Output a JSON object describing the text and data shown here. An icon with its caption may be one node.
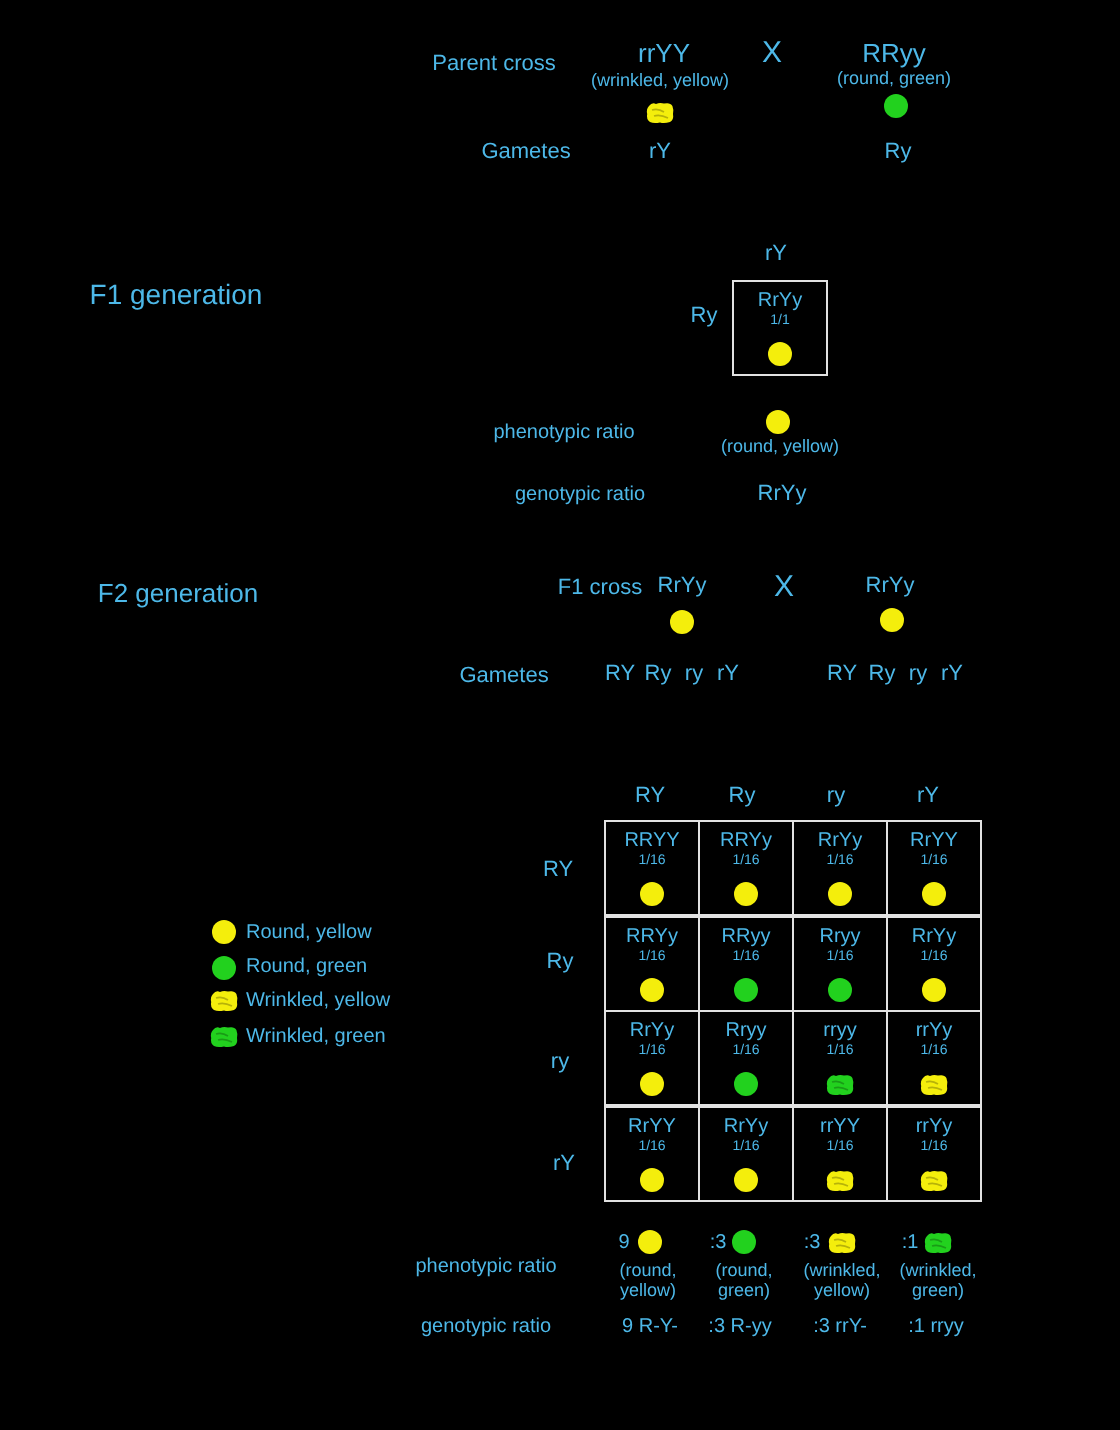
{
  "diagram": {
    "nodes": [
      {
        "text": [
          "RrYy",
          "1/1"
        ]
      },
      {
        "text": [
          "RRYY",
          "1/16"
        ]
      },
      {
        "text": [
          "RRYy",
          "1/16"
        ]
      },
      {
        "text": [
          "RrYy",
          "1/16"
        ]
      },
      {
        "text": [
          "RrYY",
          "1/16"
        ]
      },
      {
        "text": [
          "RRYy",
          "1/16"
        ]
      },
      {
        "text": [
          "RRyy",
          "1/16"
        ]
      },
      {
        "text": [
          "Rryy",
          "1/16"
        ]
      },
      {
        "text": [
          "RrYy",
          "1/16"
        ]
      },
      {
        "text": [
          "RrYy",
          "1/16"
        ]
      },
      {
        "text": [
          "Rryy",
          "1/16"
        ]
      },
      {
        "text": [
          "rryy",
          "1/16"
        ]
      },
      {
        "text": [
          "rrYy",
          "1/16"
        ]
      },
      {
        "text": [
          "RrYY",
          "1/16"
        ]
      },
      {
        "text": [
          "RrYy",
          "1/16"
        ]
      },
      {
        "text": [
          "rrYY",
          "1/16"
        ]
      },
      {
        "text": [
          "rrYy",
          "1/16"
        ]
      }
    ],
    "edges": [],
    "labels": [
      "Parent cross",
      "rrYY",
      "X",
      "RRyy",
      "(wrinkled, yellow)",
      "(round, green)",
      "Gametes",
      "rY",
      "Ry",
      "F1 generation",
      "rY",
      "Ry",
      "phenotypic ratio",
      "(round, yellow)",
      "genotypic ratio",
      "RrYy",
      "F2 generation",
      "F1 cross",
      "RrYy",
      "X",
      "RrYy",
      "Gametes",
      "RY",
      "Ry",
      "ry",
      "rY",
      "RY",
      "Ry",
      "ry",
      "rY",
      "RY",
      "Ry",
      "ry",
      "rY",
      "RY",
      "Ry",
      "ry",
      "rY",
      "9",
      ":3",
      ":3",
      ":1",
      "phenotypic ratio",
      "(round, yellow)",
      "(round, green)",
      "(wrinkled, yellow)",
      "(wrinkled, green)",
      "genotypic ratio",
      "9 R-Y-",
      ":3 R-yy",
      ":3 rrY-",
      ":1 rryy"
    ],
    "legend": [
      {
        "text": "Round, yellow",
        "color": "#f4ee0c"
      },
      {
        "text": "Round, green",
        "color": "#22d11e"
      },
      {
        "text": "Wrinkled, yellow",
        "color": "#f4ee0c"
      },
      {
        "text": "Wrinkled, green",
        "color": "#22d11e"
      }
    ]
  }
}
